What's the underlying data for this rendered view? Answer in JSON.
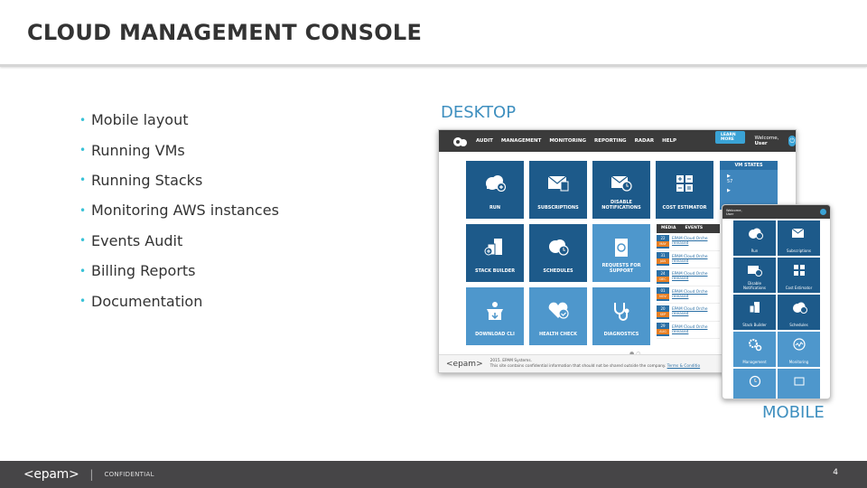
{
  "slide": {
    "title": "CLOUD MANAGEMENT CONSOLE",
    "bullets": [
      "Mobile layout",
      "Running VMs",
      "Running Stacks",
      "Monitoring AWS instances",
      "Events Audit",
      "Billing Reports",
      "Documentation"
    ],
    "desktop_label": "DESKTOP",
    "mobile_label": "MOBILE"
  },
  "desktop": {
    "nav": [
      "AUDIT",
      "MANAGEMENT",
      "MONITORING",
      "REPORTING",
      "RADAR",
      "HELP"
    ],
    "learn_more": "LEARN MORE",
    "welcome_prefix": "Welcome,",
    "welcome_user": "User",
    "tiles": [
      {
        "label": "RUN",
        "icon": "cloud-add-icon"
      },
      {
        "label": "SUBSCRIPTIONS",
        "icon": "envelope-icon"
      },
      {
        "label": "DISABLE\nNOTIFICATIONS",
        "icon": "envelope-clock-icon"
      },
      {
        "label": "COST ESTIMATOR",
        "icon": "calculator-icon"
      },
      {
        "label": "STACK BUILDER",
        "icon": "buildings-icon"
      },
      {
        "label": "SCHEDULES",
        "icon": "cloud-clock-icon"
      },
      {
        "label": "REQUESTS FOR\nSUPPORT",
        "icon": "support-doc-icon"
      },
      {
        "label": "DOWNLOAD CLI",
        "icon": "download-box-icon"
      },
      {
        "label": "HEALTH CHECK",
        "icon": "heart-check-icon"
      },
      {
        "label": "DIAGNOSTICS",
        "icon": "stethoscope-icon"
      }
    ],
    "vm_states_label": "VM STATES",
    "vm_count": "57",
    "event_tabs": [
      "MEDIA",
      "EVENTS"
    ],
    "events": [
      {
        "day": "22",
        "month": "MAY",
        "text": "EPAM Cloud Orche",
        "sub": "released"
      },
      {
        "day": "31",
        "month": "JAN",
        "text": "EPAM Cloud Orche",
        "sub": "released"
      },
      {
        "day": "24",
        "month": "DEC",
        "text": "EPAM Cloud Orche",
        "sub": "released"
      },
      {
        "day": "01",
        "month": "NOV",
        "text": "EPAM Cloud Orche",
        "sub": "released"
      },
      {
        "day": "20",
        "month": "SEP",
        "text": "EPAM Cloud Orche",
        "sub": "released"
      },
      {
        "day": "29",
        "month": "AUG",
        "text": "EPAM Cloud Orche",
        "sub": "released"
      }
    ],
    "footer_logo": "<epam>",
    "footer_line1": "2015. EPAM Systems.",
    "footer_line2": "This site contains confidential information that should not be shared outside the company.",
    "footer_link": "Terms & Conditio"
  },
  "mobile": {
    "welcome_line1": "Welcome,",
    "welcome_line2": "User",
    "tiles": [
      {
        "label": "Run"
      },
      {
        "label": "Subscriptions"
      },
      {
        "label": "Disable\nNotifications"
      },
      {
        "label": "Cost Estimator"
      },
      {
        "label": "Stack Builder"
      },
      {
        "label": "Schedules"
      },
      {
        "label": "Management"
      },
      {
        "label": "Monitoring"
      },
      {
        "label": ""
      },
      {
        "label": ""
      }
    ]
  },
  "footer": {
    "logo": "<epam>",
    "confidential": "CONFIDENTIAL",
    "page_number": "4"
  },
  "colors": {
    "tile_dark": "#1d5a8a",
    "tile_light": "#4e97cc",
    "accent": "#39c2d7",
    "label_blue": "#3e8fbf",
    "footer_bg": "#464547"
  }
}
